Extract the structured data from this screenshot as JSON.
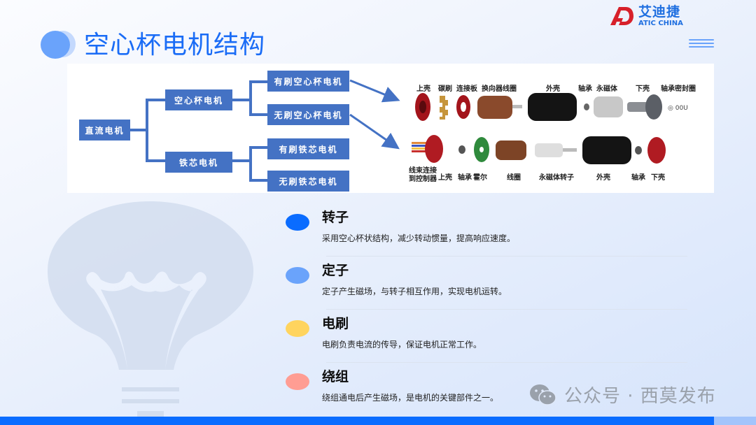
{
  "header": {
    "title": "空心杯电机结构",
    "logo": {
      "cn": "艾迪捷",
      "en": "ATIC CHINA",
      "mark_color": "#d7202a",
      "text_color": "#1f6fe0"
    },
    "menu_icon": "hamburger-menu-icon"
  },
  "colors": {
    "accent": "#1a6cf6",
    "tree_box": "#4472c4",
    "bottom_bar": "#0a6cff"
  },
  "diagram": {
    "root": "直流电机",
    "level1": [
      "空心杯电机",
      "铁芯电机"
    ],
    "level2": [
      "有刷空心杯电机",
      "无刷空心杯电机",
      "有刷铁芯电机",
      "无刷铁芯电机"
    ],
    "brushed_parts": [
      "上壳",
      "碳刷",
      "连接板",
      "换向器线圈",
      "外壳",
      "轴承",
      "永磁体",
      "下壳",
      "轴承密封圈"
    ],
    "brushless_parts": [
      "线束连接到控制器",
      "上壳",
      "轴承",
      "霍尔",
      "线圈",
      "永磁体转子",
      "外壳",
      "轴承",
      "下壳"
    ],
    "brushless_first_label_line1": "线束连接",
    "brushless_first_label_line2": "到控制器"
  },
  "features": [
    {
      "title": "转子",
      "desc": "采用空心杯状结构，减少转动惯量，提高响应速度。",
      "color": "#0a6cff"
    },
    {
      "title": "定子",
      "desc": "定子产生磁场，与转子相互作用，实现电机运转。",
      "color": "#6aa3fb"
    },
    {
      "title": "电刷",
      "desc": "电刷负责电流的传导，保证电机正常工作。",
      "color": "#ffd45e"
    },
    {
      "title": "绕组",
      "desc": "绕组通电后产生磁场，是电机的关键部件之一。",
      "color": "#ff9d93"
    }
  ],
  "watermark": {
    "text": "公众号 · 西莫发布",
    "icon": "wechat-icon"
  }
}
